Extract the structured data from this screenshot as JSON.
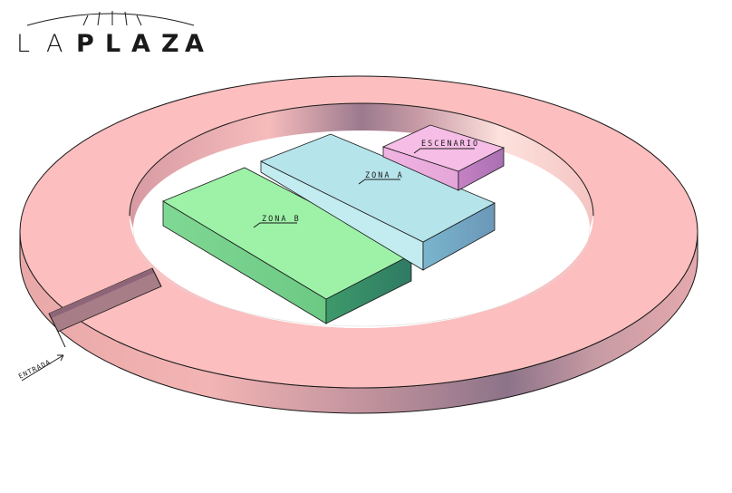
{
  "logo": {
    "letters": [
      "L",
      "A",
      "P",
      "L",
      "A",
      "Z",
      "A"
    ],
    "weights": [
      "300",
      "300",
      "700",
      "700",
      "700",
      "700",
      "700"
    ]
  },
  "labels": {
    "escenario": "ESCENARIO",
    "zona_a": "ZONA A",
    "zona_b": "ZONA B",
    "entrada": "ENTRADA"
  },
  "colors": {
    "ring": "#fbbcbc",
    "ring_shadow": "#8e7388",
    "zona_a": "#b4e4ea",
    "zona_b": "#9df2a8",
    "escenario": "#f4b9e4"
  }
}
